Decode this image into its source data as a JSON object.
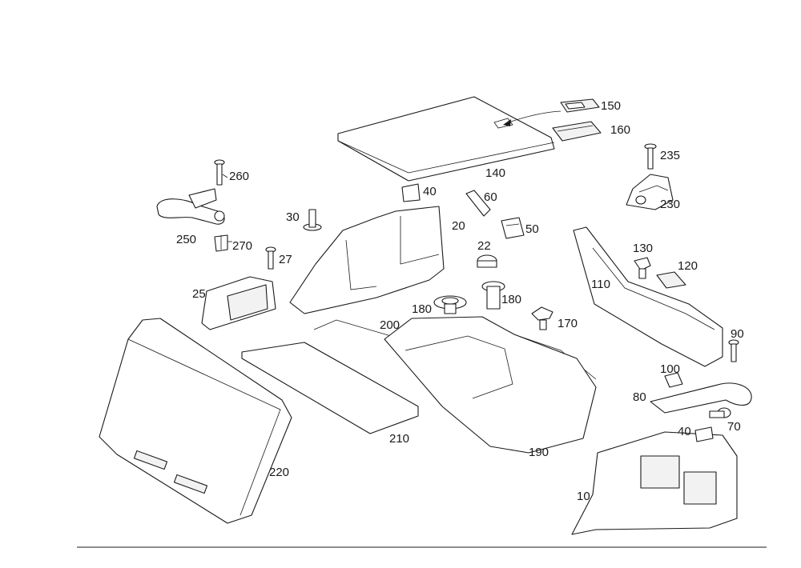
{
  "labels": {
    "p10": "10",
    "p20": "20",
    "p22": "22",
    "p25": "25",
    "p27": "27",
    "p30": "30",
    "p40a": "40",
    "p40b": "40",
    "p50": "50",
    "p60": "60",
    "p70": "70",
    "p80": "80",
    "p90": "90",
    "p100": "100",
    "p110": "110",
    "p120": "120",
    "p130": "130",
    "p140": "140",
    "p150": "150",
    "p160": "160",
    "p170": "170",
    "p180a": "180",
    "p180b": "180",
    "p190": "190",
    "p200": "200",
    "p210": "210",
    "p220": "220",
    "p230": "230",
    "p235": "235",
    "p250": "250",
    "p260": "260",
    "p270": "270"
  }
}
